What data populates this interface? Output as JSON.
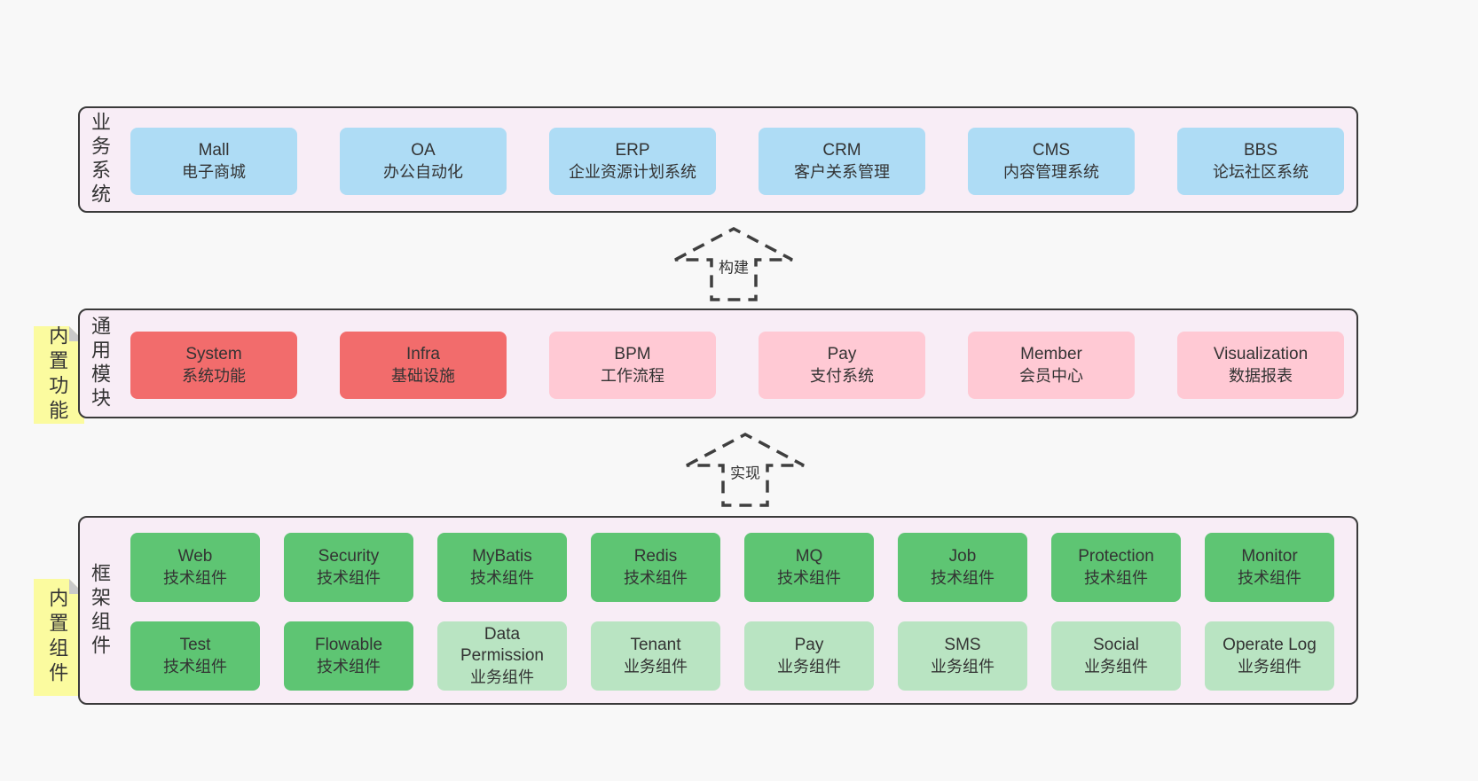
{
  "page": {
    "background": "#f8f8f8"
  },
  "colors": {
    "band_fill": "#f8edf6",
    "band_border": "#3a3a3a",
    "blue": "#aedcf5",
    "red": "#f26c6c",
    "pink": "#ffc9d4",
    "green": "#5ec573",
    "light_green": "#b9e4c2",
    "sticky_yellow": "#fbfb9f",
    "text": "#333333"
  },
  "arrows": {
    "build": "构建",
    "implement": "实现"
  },
  "business_band": {
    "label": "业务系统",
    "boxes": [
      {
        "title": "Mall",
        "subtitle": "电子商城"
      },
      {
        "title": "OA",
        "subtitle": "办公自动化"
      },
      {
        "title": "ERP",
        "subtitle": "企业资源计划系统"
      },
      {
        "title": "CRM",
        "subtitle": "客户关系管理"
      },
      {
        "title": "CMS",
        "subtitle": "内容管理系统"
      },
      {
        "title": "BBS",
        "subtitle": "论坛社区系统"
      }
    ]
  },
  "module_band": {
    "label": "通用模块",
    "sticky": "内置功能",
    "boxes": [
      {
        "title": "System",
        "subtitle": "系统功能"
      },
      {
        "title": "Infra",
        "subtitle": "基础设施"
      },
      {
        "title": "BPM",
        "subtitle": "工作流程"
      },
      {
        "title": "Pay",
        "subtitle": "支付系统"
      },
      {
        "title": "Member",
        "subtitle": "会员中心"
      },
      {
        "title": "Visualization",
        "subtitle": "数据报表"
      }
    ]
  },
  "component_band": {
    "label": "框架组件",
    "sticky": "内置组件",
    "row1": [
      {
        "title": "Web",
        "subtitle": "技术组件"
      },
      {
        "title": "Security",
        "subtitle": "技术组件"
      },
      {
        "title": "MyBatis",
        "subtitle": "技术组件"
      },
      {
        "title": "Redis",
        "subtitle": "技术组件"
      },
      {
        "title": "MQ",
        "subtitle": "技术组件"
      },
      {
        "title": "Job",
        "subtitle": "技术组件"
      },
      {
        "title": "Protection",
        "subtitle": "技术组件"
      },
      {
        "title": "Monitor",
        "subtitle": "技术组件"
      }
    ],
    "row2": [
      {
        "title": "Test",
        "subtitle": "技术组件"
      },
      {
        "title": "Flowable",
        "subtitle": "技术组件"
      },
      {
        "title": "Data Permission",
        "subtitle": "业务组件"
      },
      {
        "title": "Tenant",
        "subtitle": "业务组件"
      },
      {
        "title": "Pay",
        "subtitle": "业务组件"
      },
      {
        "title": "SMS",
        "subtitle": "业务组件"
      },
      {
        "title": "Social",
        "subtitle": "业务组件"
      },
      {
        "title": "Operate Log",
        "subtitle": "业务组件"
      }
    ]
  }
}
